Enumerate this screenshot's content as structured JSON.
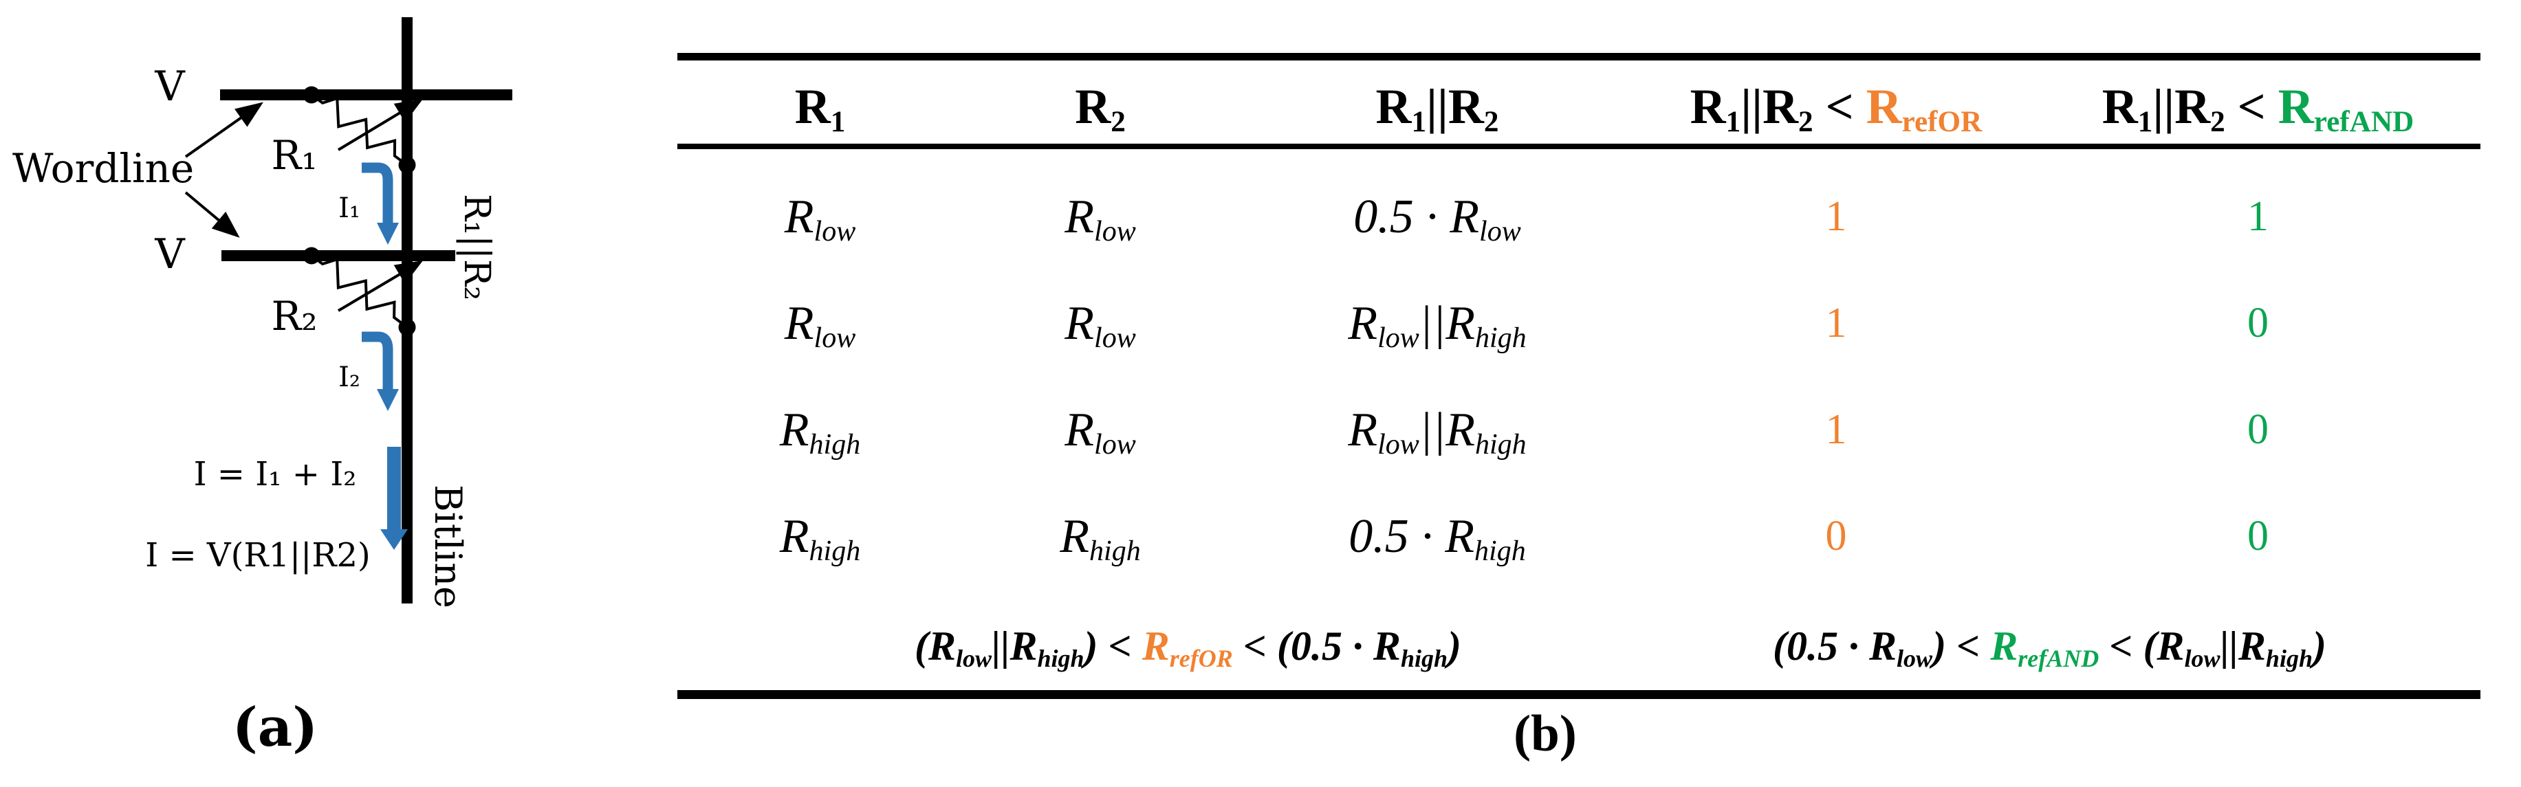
{
  "figure": {
    "panel_a": {
      "caption": "(a)",
      "v_top": "V",
      "v_bottom": "V",
      "wordline_label": "Wordline",
      "r1_label": "R₁",
      "r2_label": "R₂",
      "i1_label": "I₁",
      "i2_label": "I₂",
      "parallel_label": "R₁||R₂",
      "current_sum_equation": "I = I₁ + I₂",
      "current_voltage_equation": "I = V(R1||R2)",
      "bitline_label": "Bitline",
      "colors": {
        "current_arrow": "#2E75B6"
      }
    },
    "panel_b": {
      "caption": "(b)",
      "colors": {
        "or_ref": "#F08232",
        "and_ref": "#0AA550"
      },
      "header": {
        "col1": "R_{1}",
        "col2": "R_{2}",
        "col3": "R_{1}||R_{2}",
        "col4_prefix": "R_{1}||R_{2} < ",
        "col4_ref": "R_{refOR}",
        "col5_prefix": "R_{1}||R_{2} < ",
        "col5_ref": "R_{refAND}"
      },
      "rows": [
        {
          "r1": "R_{low}",
          "r2": "R_{low}",
          "parallel": "0.5 · R_{low}",
          "or_out": "1",
          "and_out": "1"
        },
        {
          "r1": "R_{low}",
          "r2": "R_{low}",
          "parallel": "R_{low}||R_{high}",
          "or_out": "1",
          "and_out": "0"
        },
        {
          "r1": "R_{high}",
          "r2": "R_{low}",
          "parallel": "R_{low}||R_{high}",
          "or_out": "1",
          "and_out": "0"
        },
        {
          "r1": "R_{high}",
          "r2": "R_{high}",
          "parallel": "0.5 · R_{high}",
          "or_out": "0",
          "and_out": "0"
        }
      ],
      "footer": {
        "or_left": "(R_{low}||R_{high}) < ",
        "or_ref": "R_{refOR}",
        "or_right": " < (0.5 · R_{high})",
        "and_left": "(0.5 · R_{low}) < ",
        "and_ref": "R_{refAND}",
        "and_right": " < (R_{low}||R_{high})"
      }
    }
  }
}
